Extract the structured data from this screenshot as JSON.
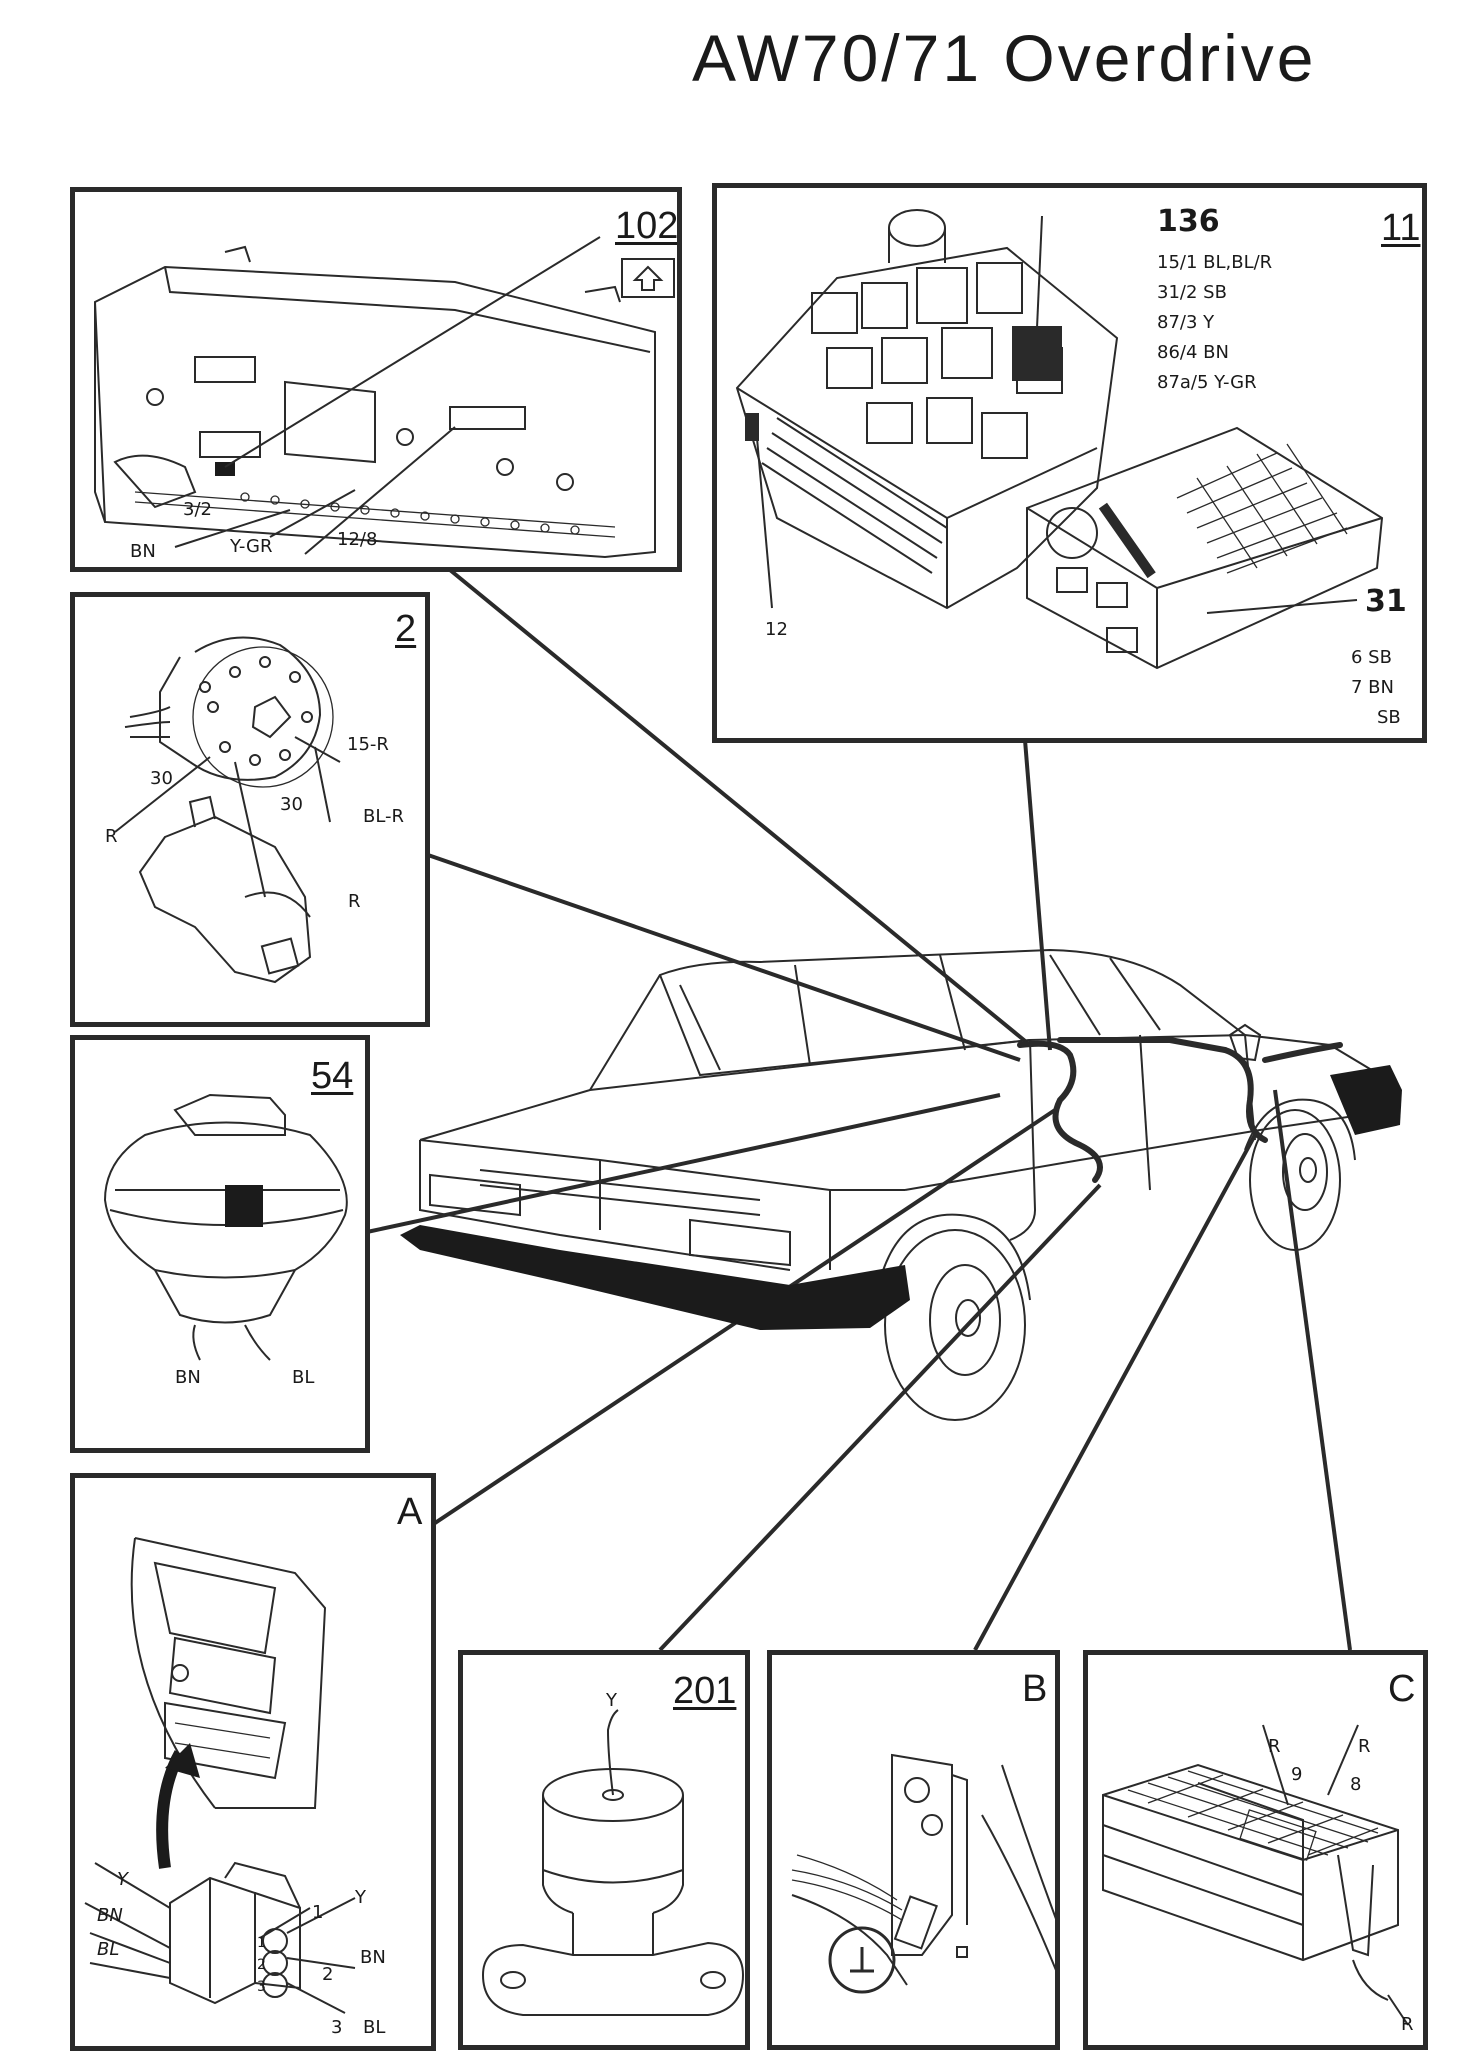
{
  "page": {
    "title": "AW70/71 Overdrive"
  },
  "panels": {
    "p102": {
      "number": "102",
      "labels": {
        "pin": "3/2",
        "bn": "BN",
        "ygr": "Y-GR",
        "pin2": "12/8"
      }
    },
    "p11": {
      "number": "11",
      "relay_number": "136",
      "relay_pins": [
        "15/1 BL,BL/R",
        "31/2 SB",
        "87/3 Y",
        "86/4 BN",
        "87a/5 Y-GR"
      ],
      "fuse_label": "12",
      "ground_number": "31",
      "ground_pins": [
        "6 SB",
        "7 BN",
        "SB"
      ]
    },
    "p2": {
      "number": "2",
      "labels": {
        "a30": "30",
        "r1": "R",
        "b30": "30",
        "r2": "R",
        "r15": "15-R",
        "blr": "BL-R"
      }
    },
    "p54": {
      "number": "54",
      "labels": {
        "bn": "BN",
        "bl": "BL"
      }
    },
    "pA": {
      "letter": "A",
      "labels": {
        "y1": "Y",
        "bn1": "BN",
        "bl1": "BL",
        "y2": "Y",
        "n1": "1",
        "bn2": "BN",
        "n2": "2",
        "n3": "3",
        "bl2": "BL",
        "c1": "1",
        "c2": "2",
        "c3": "3"
      }
    },
    "p201": {
      "number": "201",
      "labels": {
        "y": "Y"
      }
    },
    "pB": {
      "letter": "B"
    },
    "pC": {
      "letter": "C",
      "labels": {
        "r1": "R",
        "r2": "R",
        "n9": "9",
        "n8": "8",
        "r3": "R"
      }
    }
  }
}
